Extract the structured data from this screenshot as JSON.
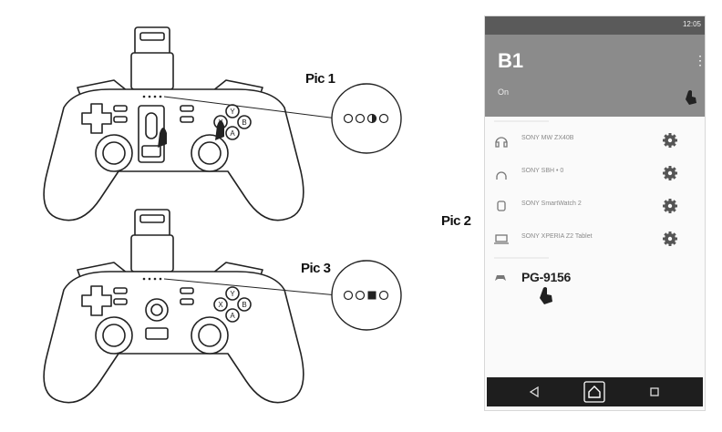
{
  "captions": {
    "pic1": "Pic 1",
    "pic2": "Pic 2",
    "pic3": "Pic 3"
  },
  "phone": {
    "status_text": "12:05",
    "app_title": "B1",
    "app_subtitle": "On",
    "devices": [
      {
        "label": "SONY MW ZX40B",
        "icon": "headphones-icon"
      },
      {
        "label": "SONY SBH • 0",
        "icon": "headset-icon"
      },
      {
        "label": "SONY SmartWatch 2",
        "icon": "watch-icon"
      },
      {
        "label": "SONY XPERIA Z2 Tablet",
        "icon": "laptop-icon"
      }
    ],
    "paired_device": {
      "label": "PG-9156",
      "icon": "gamepad-icon"
    },
    "nav": [
      "back-icon",
      "home-icon",
      "recents-icon"
    ]
  },
  "colors": {
    "appbar": "#8b8b8b",
    "statusbar": "#5a5a5a",
    "navbar": "#1e1e1e",
    "gear": "#555555"
  }
}
